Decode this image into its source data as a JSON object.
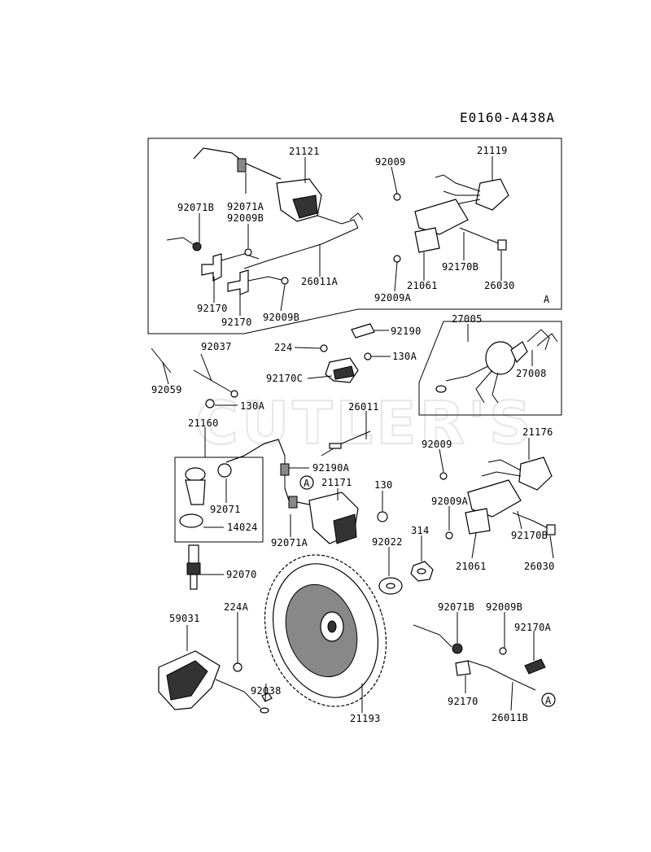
{
  "diagram_code": "E0160-A438A",
  "watermark": "CUTLER'S",
  "box_A_label": "A",
  "callout_A": "A",
  "parts": {
    "p21121": "21121",
    "p21119": "21119",
    "p92009_top": "92009",
    "p92071B_top": "92071B",
    "p92071A_top": "92071A",
    "p92009B_top": "92009B",
    "p26011A": "26011A",
    "p92170_a": "92170",
    "p92170_b": "92170",
    "p92009B_mid": "92009B",
    "p92170B_top": "92170B",
    "p21061_top": "21061",
    "p26030_top": "26030",
    "p92009A_top": "92009A",
    "p92190": "92190",
    "p27005": "27005",
    "p27008": "27008",
    "p224": "224",
    "p130A_mid": "130A",
    "p92170C": "92170C",
    "p92037": "92037",
    "p92059": "92059",
    "p130A_low": "130A",
    "p26011": "26011",
    "p21160": "21160",
    "p92190A": "92190A",
    "p21171": "21171",
    "p130": "130",
    "p92071": "92071",
    "p14024": "14024",
    "p92071A_low": "92071A",
    "p92022": "92022",
    "p314": "314",
    "p92070": "92070",
    "p21176": "21176",
    "p92009_right": "92009",
    "p92009A_right": "92009A",
    "p92170B_right": "92170B",
    "p21061_right": "21061",
    "p26030_right": "26030",
    "p59031": "59031",
    "p224A": "224A",
    "p92038": "92038",
    "p21193": "21193",
    "p92071B_low": "92071B",
    "p92009B_low": "92009B",
    "p92170A": "92170A",
    "p92170_low": "92170",
    "p26011B": "26011B"
  }
}
